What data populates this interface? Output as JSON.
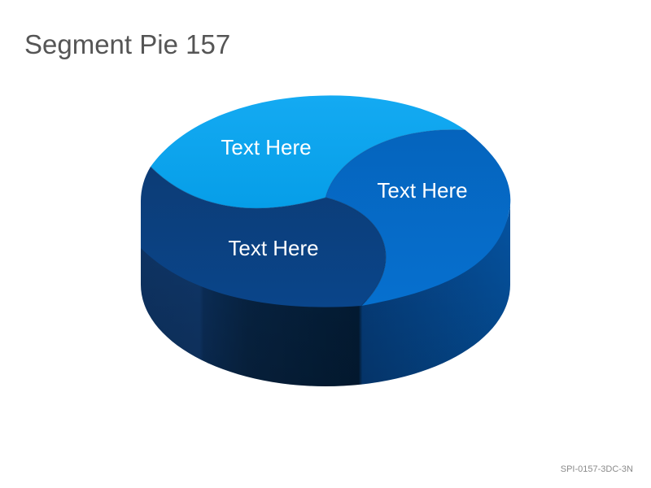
{
  "slide": {
    "title": "Segment Pie 157",
    "code": "SPI-0157-3DC-3N"
  },
  "diagram": {
    "segments": [
      {
        "label": "Text Here",
        "color": "#0ea5ef"
      },
      {
        "label": "Text Here",
        "color": "#0468c4"
      },
      {
        "label": "Text Here",
        "color": "#0b3d79"
      }
    ]
  }
}
